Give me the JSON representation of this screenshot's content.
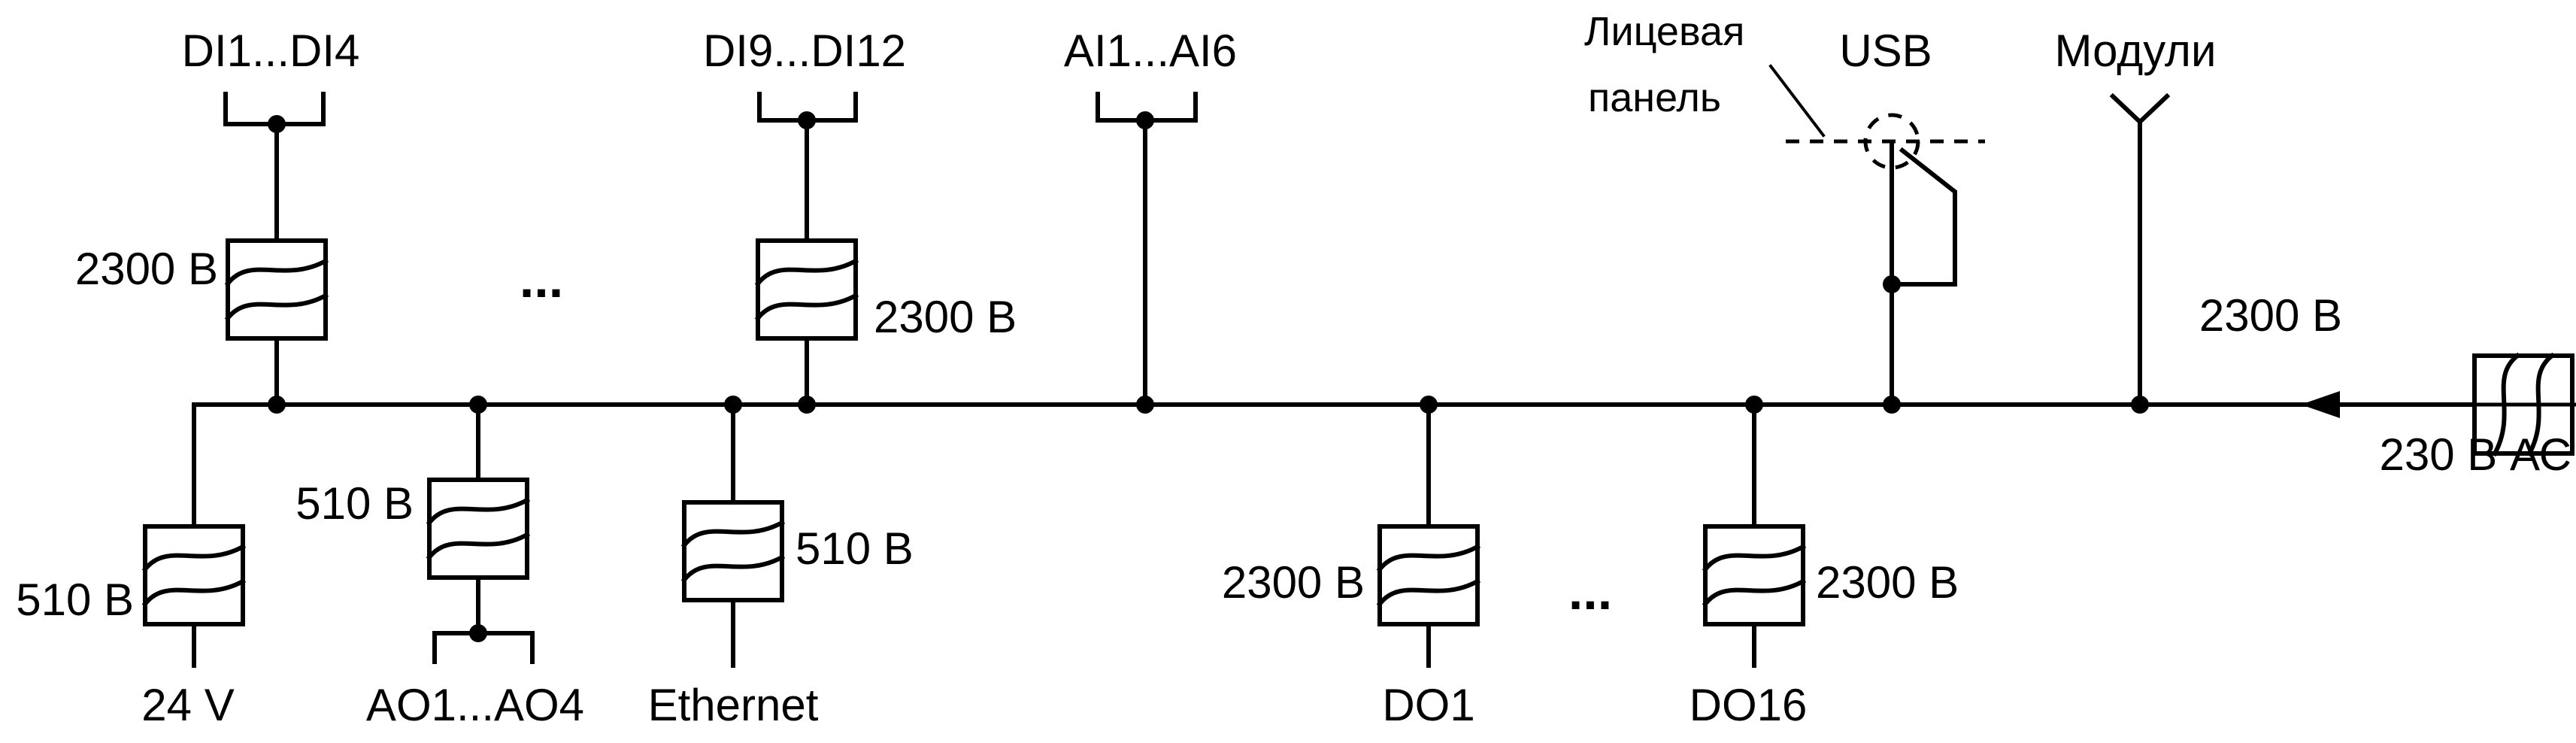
{
  "colors": {
    "line": "#000000",
    "background": "#ffffff"
  },
  "inputs": {
    "di1_4": "DI1...DI4",
    "di9_12": "DI9...DI12",
    "ai1_6": "AI1...AI6",
    "usb": "USB",
    "modules": "Модули"
  },
  "front_panel": {
    "line1": "Лицевая",
    "line2": "панель"
  },
  "outputs": {
    "v24": "24 V",
    "ao1_4": "AO1...AO4",
    "ethernet": "Ethernet",
    "do1": "DO1",
    "do16": "DO16"
  },
  "isolation": {
    "di1_4": "2300 В",
    "di9_12": "2300 В",
    "v24": "510 В",
    "ao1_4": "510 В",
    "ethernet": "510 В",
    "do1": "2300 В",
    "do16": "2300 В",
    "power": "2300 В"
  },
  "power_input": "230 В АС",
  "ellipsis": "..."
}
